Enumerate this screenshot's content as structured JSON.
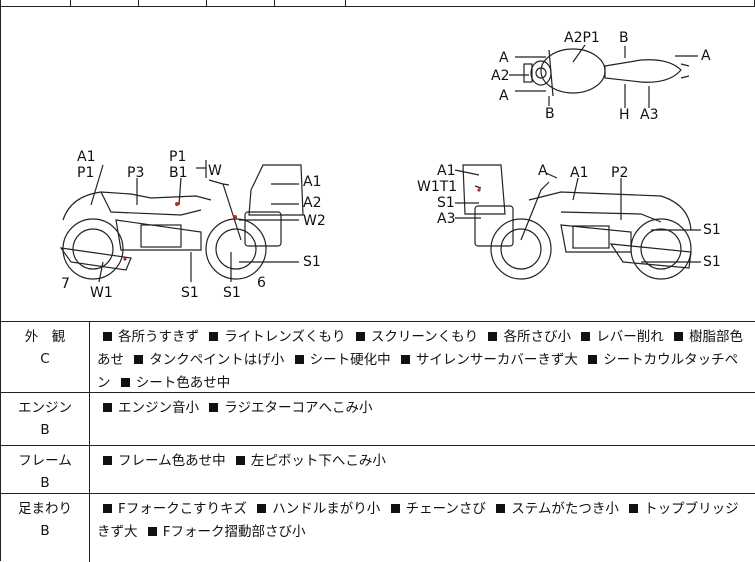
{
  "diagram": {
    "top_view": [
      "A",
      "A2P1",
      "B",
      "A",
      "A2",
      "A",
      "B",
      "H",
      "A3"
    ],
    "left_side": [
      "A1",
      "P1",
      "P3",
      "P1",
      "B1",
      "W",
      "A1",
      "A2",
      "W2",
      "S1",
      "7",
      "W1",
      "S1",
      "S1",
      "6"
    ],
    "right_side": [
      "A1",
      "W1T1",
      "S1",
      "A3",
      "A",
      "A1",
      "P2",
      "S1",
      "S1"
    ]
  },
  "rows": [
    {
      "cat1": "外　観",
      "cat2": "C",
      "items": [
        "各所うすきず",
        "ライトレンズくもり",
        "スクリーンくもり",
        "各所さび小",
        "レバー削れ",
        "樹脂部色あせ",
        "タンクペイントはげ小",
        "シート硬化中",
        "サイレンサーカバーきず大",
        "シートカウルタッチペン",
        "シート色あせ中"
      ]
    },
    {
      "cat1": "エンジン",
      "cat2": "B",
      "items": [
        "エンジン音小",
        "ラジエターコアへこみ小"
      ]
    },
    {
      "cat1": "フレーム",
      "cat2": "B",
      "items": [
        "フレーム色あせ中",
        "左ピボット下へこみ小"
      ]
    },
    {
      "cat1": "足まわり",
      "cat2": "B",
      "items": [
        "Fフォークこすりキズ",
        "ハンドルまがり小",
        "チェーンさび",
        "ステムがたつき小",
        "トップブリッジきず大",
        "Fフォーク摺動部さび小"
      ]
    }
  ]
}
